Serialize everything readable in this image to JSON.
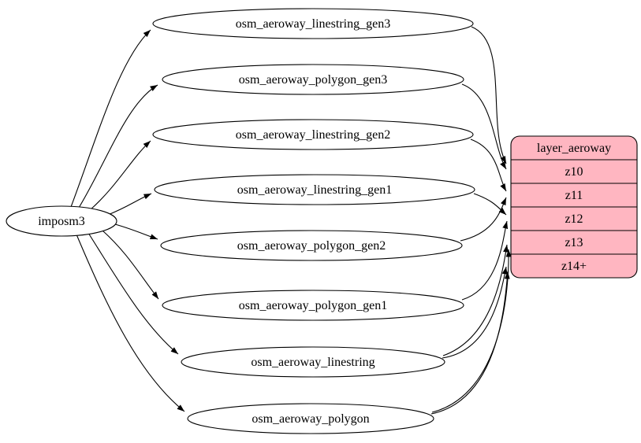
{
  "diagram": {
    "type": "flow-graph",
    "source_node": {
      "label": "imposm3"
    },
    "table_nodes": [
      {
        "label": "osm_aeroway_linestring_gen3",
        "feeds": [
          "z10"
        ]
      },
      {
        "label": "osm_aeroway_polygon_gen3",
        "feeds": [
          "z10"
        ]
      },
      {
        "label": "osm_aeroway_linestring_gen2",
        "feeds": [
          "z11"
        ]
      },
      {
        "label": "osm_aeroway_linestring_gen1",
        "feeds": [
          "z12"
        ]
      },
      {
        "label": "osm_aeroway_polygon_gen2",
        "feeds": [
          "z11"
        ]
      },
      {
        "label": "osm_aeroway_polygon_gen1",
        "feeds": [
          "z12"
        ]
      },
      {
        "label": "osm_aeroway_linestring",
        "feeds": [
          "z13",
          "z14+"
        ]
      },
      {
        "label": "osm_aeroway_polygon",
        "feeds": [
          "z13",
          "z14+"
        ]
      }
    ],
    "layer_node": {
      "title": "layer_aeroway",
      "zoom_rows": [
        "z10",
        "z11",
        "z12",
        "z13",
        "z14+"
      ],
      "fill_color": "#ffb6c1",
      "border_color": "#000000"
    }
  }
}
